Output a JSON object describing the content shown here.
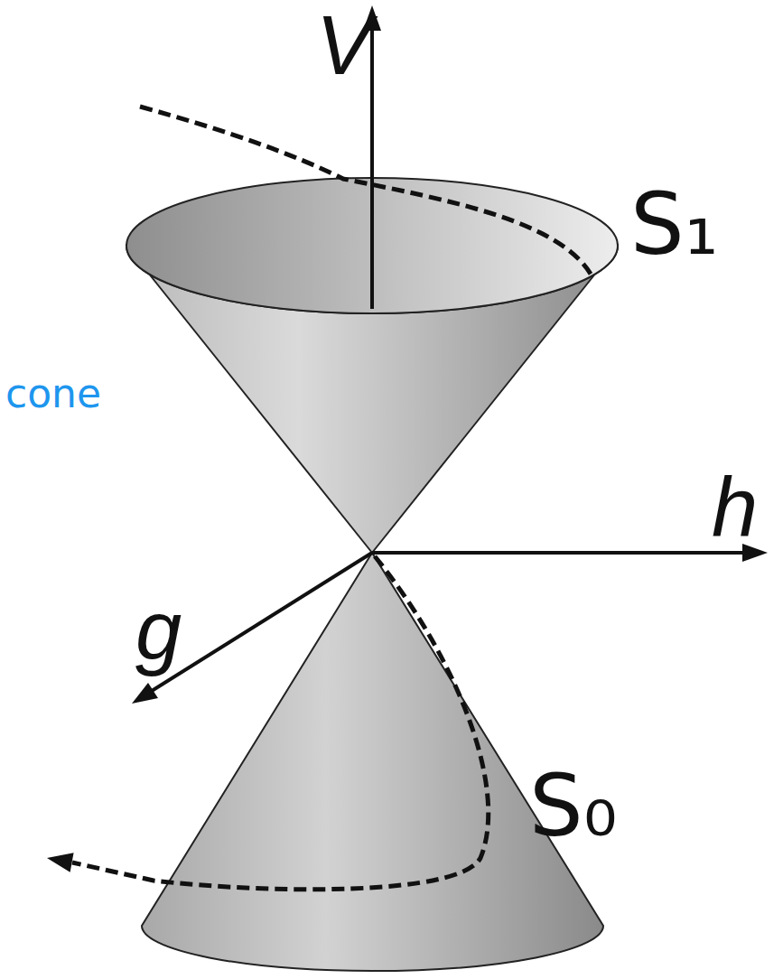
{
  "diagram": {
    "labels": [
      "V",
      "S₁",
      "cone",
      "h",
      "g",
      "S₀"
    ]
  }
}
